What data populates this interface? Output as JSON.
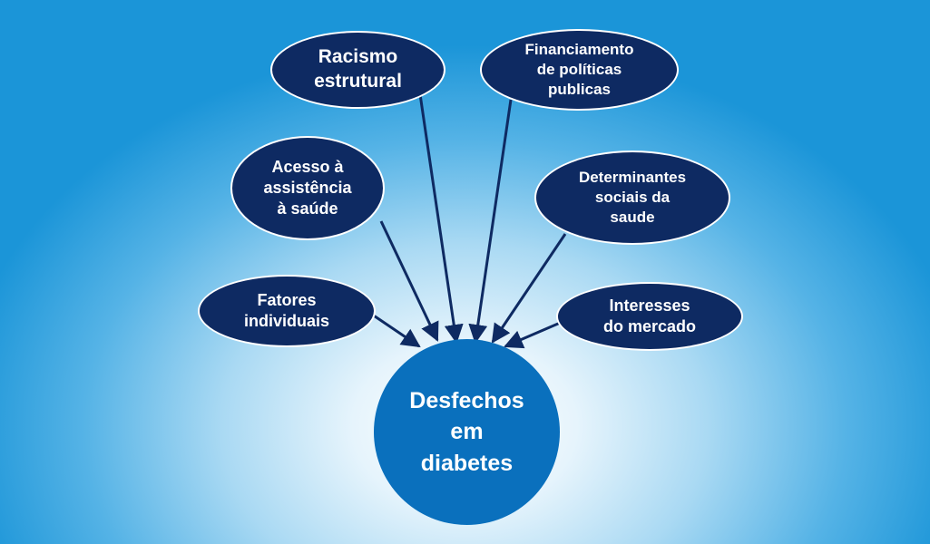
{
  "diagram": {
    "colors": {
      "node_fill": "#0e2a62",
      "center_fill": "#0a70bd",
      "arrow": "#0e2a62",
      "background_edge": "#1b95d8",
      "background_center": "#ffffff"
    },
    "center": {
      "label": "Desfechos\nem\ndiabetes"
    },
    "nodes": [
      {
        "id": "racismo",
        "label": "Racismo\nestrutural"
      },
      {
        "id": "financiamento",
        "label": "Financiamento\nde políticas\npublicas"
      },
      {
        "id": "acesso",
        "label": "Acesso à\nassistência\nà saúde"
      },
      {
        "id": "determinantes",
        "label": "Determinantes\nsociais da\nsaude"
      },
      {
        "id": "fatores",
        "label": "Fatores\nindividuais"
      },
      {
        "id": "interesses",
        "label": "Interesses\ndo mercado"
      }
    ],
    "edges": [
      {
        "from": "racismo",
        "to": "center"
      },
      {
        "from": "financiamento",
        "to": "center"
      },
      {
        "from": "acesso",
        "to": "center"
      },
      {
        "from": "determinantes",
        "to": "center"
      },
      {
        "from": "fatores",
        "to": "center"
      },
      {
        "from": "interesses",
        "to": "center"
      }
    ]
  }
}
